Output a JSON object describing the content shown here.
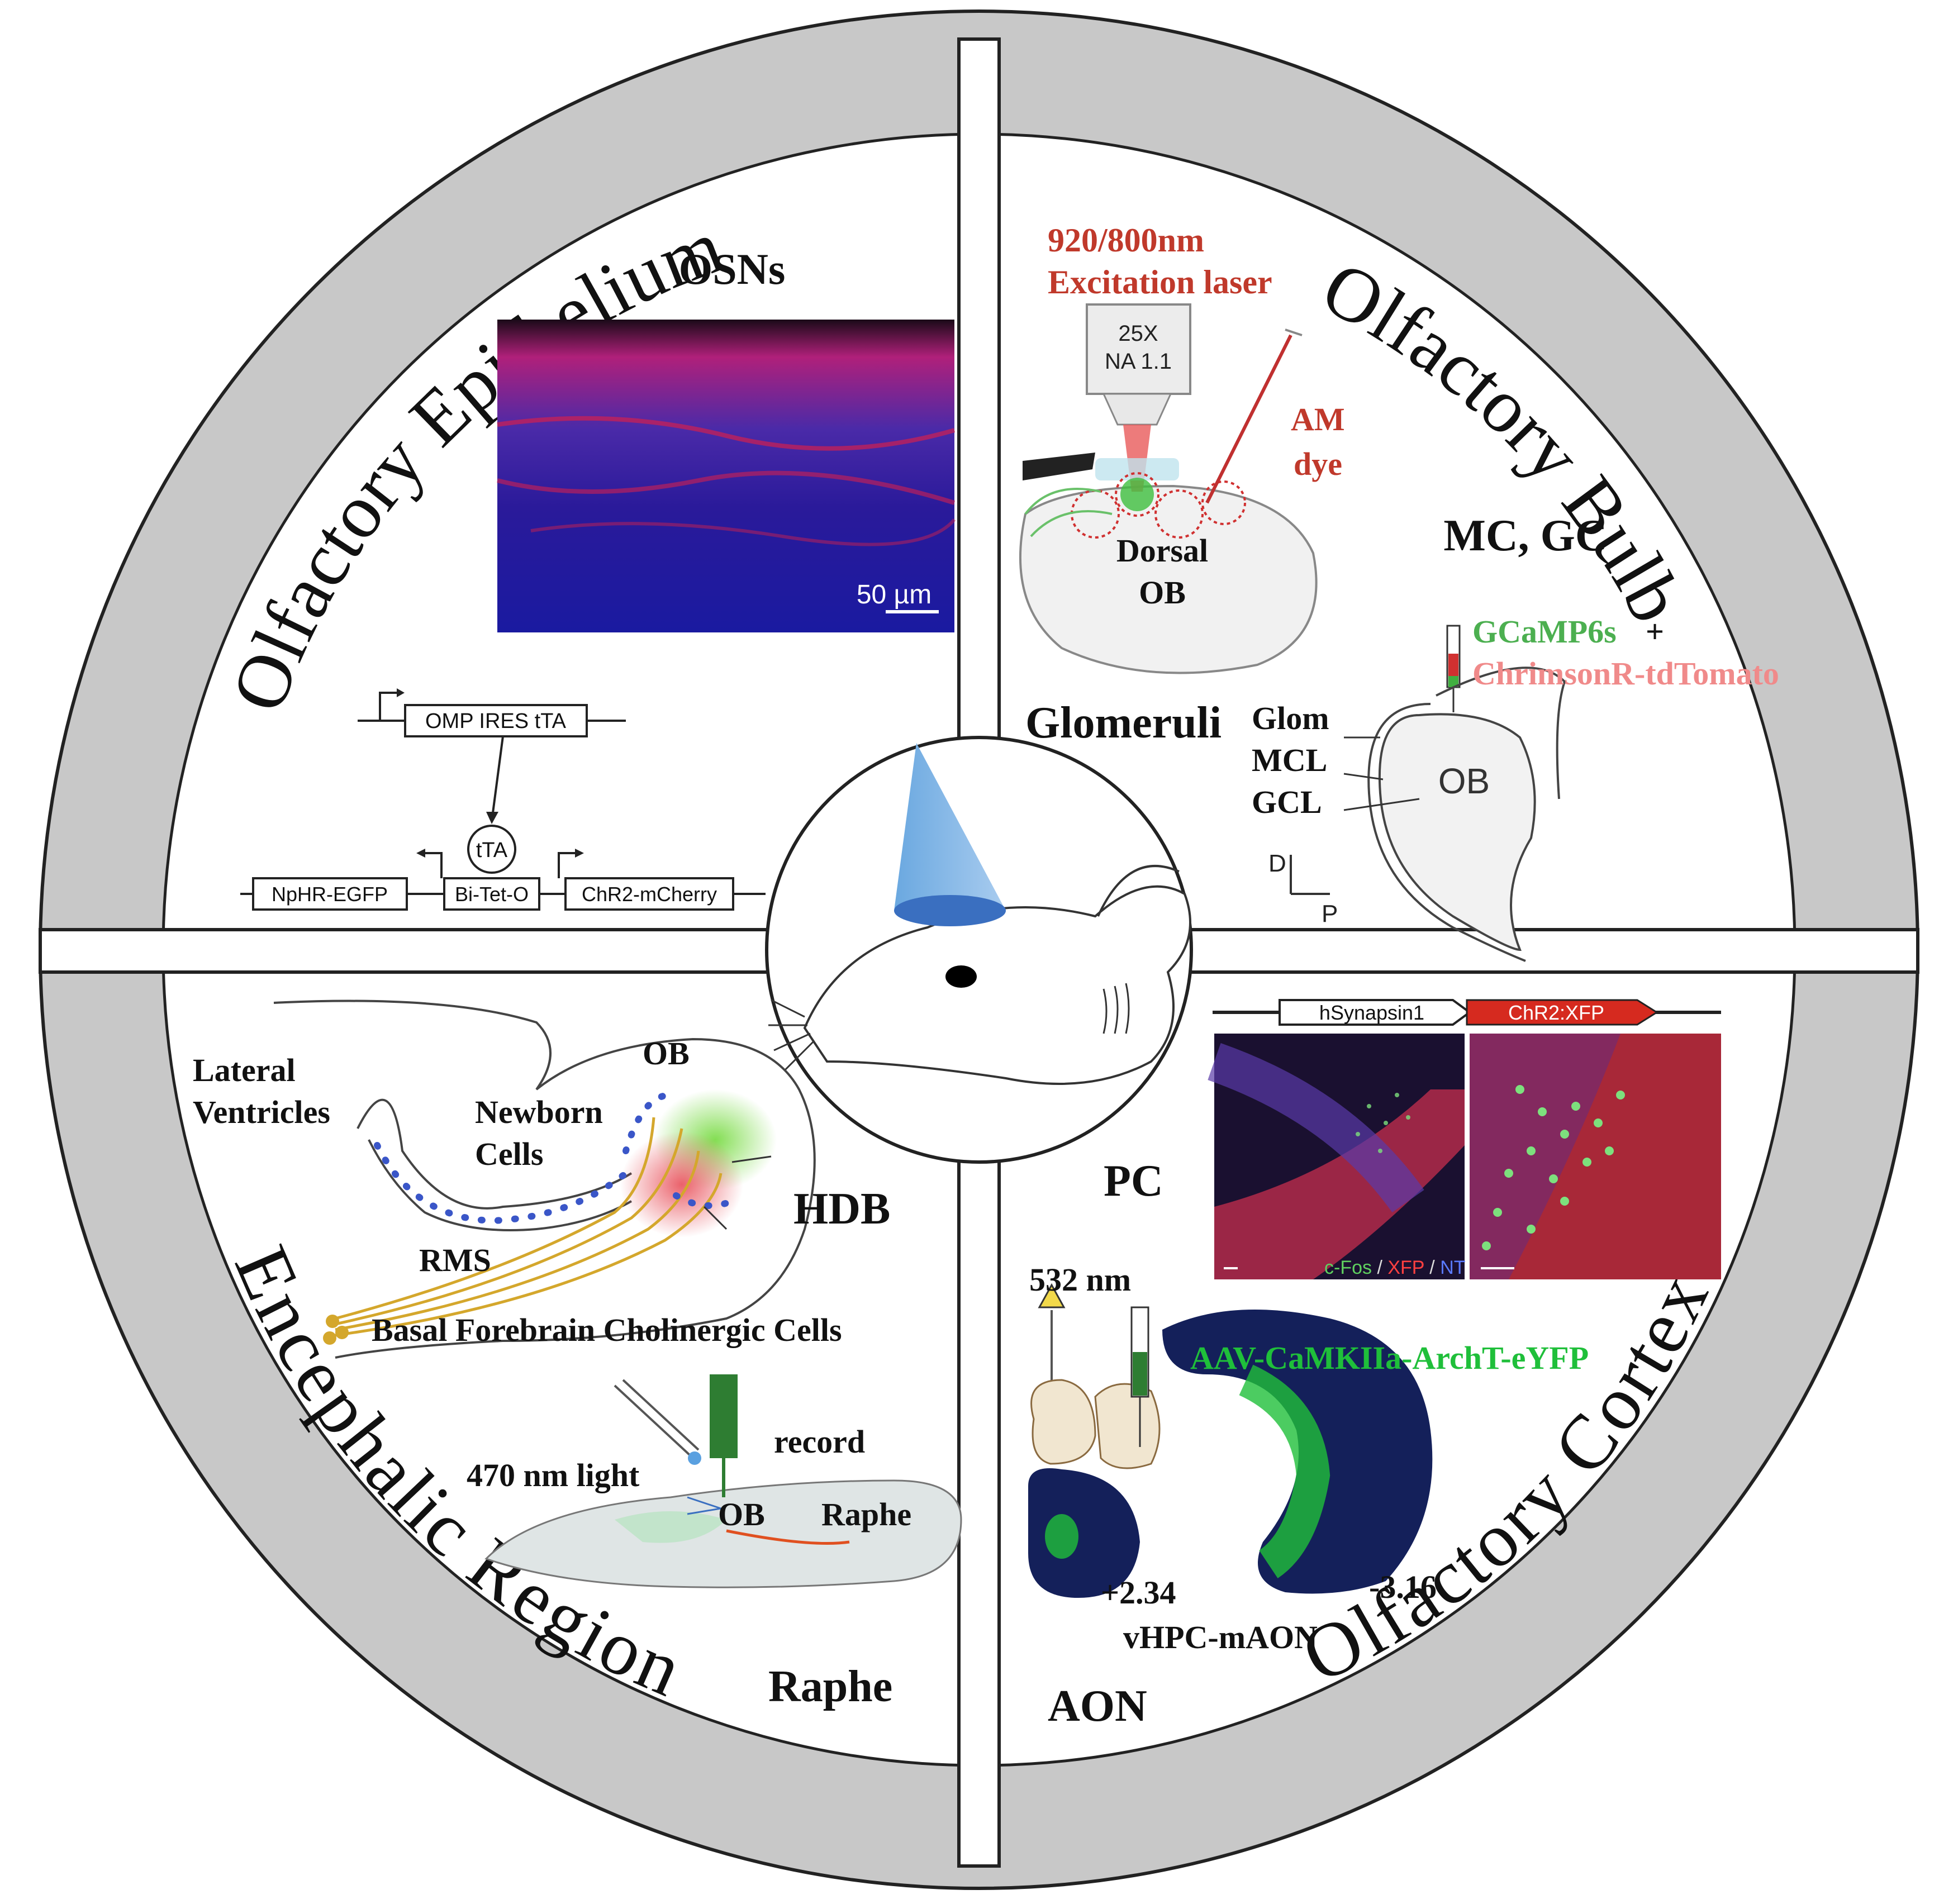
{
  "ring": {
    "top_left": "Olfactory Epithelium",
    "top_right": "Olfactory Bulb",
    "bottom_left": "Encephalic Region",
    "bottom_right": "Olfactory Cortex"
  },
  "epithelium": {
    "title": "OSNs",
    "scale_bar": "50 µm",
    "construct_top": "OMP IRES tTA",
    "tta": "tTA",
    "box_left": "NpHR-EGFP",
    "box_mid": "Bi-Tet-O",
    "box_right": "ChR2-mCherry"
  },
  "bulb": {
    "laser_line1": "920/800nm",
    "laser_line2": "Excitation laser",
    "objective_line1": "25X",
    "objective_line2": "NA 1.1",
    "dye_line1": "AM",
    "dye_line2": "dye",
    "dorsal_line1": "Dorsal",
    "dorsal_line2": "OB",
    "cells": "MC, GC",
    "virus_green": "GCaMP6s",
    "plus": "+",
    "virus_pink": "ChrimsonR-tdTomato",
    "glomeruli": "Glomeruli",
    "layer1": "Glom",
    "layer2": "MCL",
    "layer3": "GCL",
    "ob": "OB",
    "axis_d": "D",
    "axis_p": "P"
  },
  "encephalic": {
    "lateral_line1": "Lateral",
    "lateral_line2": "Ventricles",
    "ob": "OB",
    "newborn_line1": "Newborn",
    "newborn_line2": "Cells",
    "hdb": "HDB",
    "rms": "RMS",
    "basal": "Basal Forebrain Cholinergic Cells",
    "record": "record",
    "light": "470 nm light",
    "ob2": "OB",
    "raphe_small": "Raphe",
    "raphe": "Raphe"
  },
  "cortex": {
    "promoter": "hSynapsin1",
    "opsin": "ChR2:XFP",
    "pc": "PC",
    "legend_green": "c-Fos",
    "legend_sep1": " / ",
    "legend_red": "XFP",
    "legend_sep2": " / ",
    "legend_blue": "NT",
    "wavelength": "532 nm",
    "virus": "AAV-CaMKIIa-ArchT-eYFP",
    "coord1": "+2.34",
    "coord2": "-3.16",
    "pathway": "vHPC-mAON",
    "aon": "AON"
  },
  "colors": {
    "ring_gray": "#c8c8c8",
    "laser_red": "#c0392b",
    "gcamp_green": "#4caf50",
    "tomato_pink": "#f08a8a",
    "arch_green": "#1fbf3a",
    "opsin_red": "#d62a1f"
  }
}
